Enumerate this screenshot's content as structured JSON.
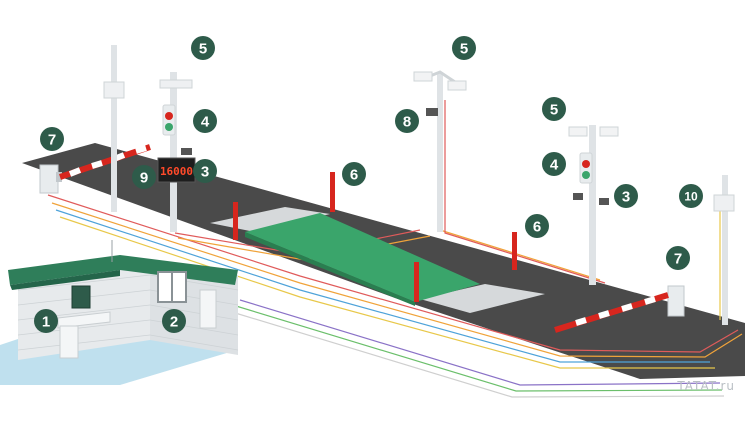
{
  "display": {
    "reading": "16000"
  },
  "watermark": "TATAT.ru",
  "badges": [
    {
      "id": "b1",
      "label": "1"
    },
    {
      "id": "b2",
      "label": "2"
    },
    {
      "id": "b3a",
      "label": "3"
    },
    {
      "id": "b3b",
      "label": "3"
    },
    {
      "id": "b4a",
      "label": "4"
    },
    {
      "id": "b4b",
      "label": "4"
    },
    {
      "id": "b5a",
      "label": "5"
    },
    {
      "id": "b5b",
      "label": "5"
    },
    {
      "id": "b5c",
      "label": "5"
    },
    {
      "id": "b6a",
      "label": "6"
    },
    {
      "id": "b6b",
      "label": "6"
    },
    {
      "id": "b7a",
      "label": "7"
    },
    {
      "id": "b7b",
      "label": "7"
    },
    {
      "id": "b8",
      "label": "8"
    },
    {
      "id": "b9",
      "label": "9"
    },
    {
      "id": "b10",
      "label": "10"
    }
  ],
  "colors": {
    "badge": "#2e5b4a",
    "road": "#4a4a4a",
    "scale_platform": "#3aa56b",
    "ramp": "#d6d9db",
    "barrier_red": "#d7261e",
    "bollard": "#d7261e",
    "booth_roof": "#2f7e5a",
    "booth_wall": "#e7eaec",
    "floor": "#bfe0ee"
  }
}
